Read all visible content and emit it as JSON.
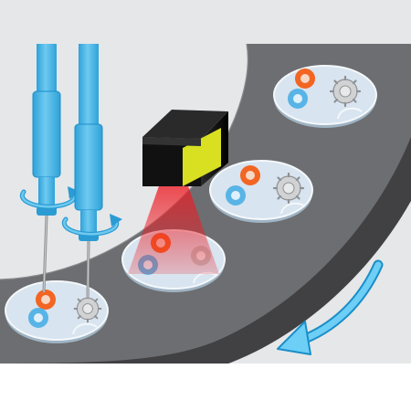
{
  "illustration": {
    "subject": "",
    "colors": {
      "background": "#e6e7e8",
      "conveyor_top": "#6d6e71",
      "conveyor_edge": "#414143",
      "tray": "#d8e4ef",
      "tray_stroke": "#f4f8fb",
      "orange_ring": "#f26522",
      "blue_ring": "#58b4e6",
      "gray_gear": "#bfc1c3",
      "tool_blue": "#5cbdeb",
      "tool_dark": "#1b8ec8",
      "camera_body": "#111111",
      "camera_lens": "#d9e021",
      "laser": "#ed1c24",
      "arrow": "#6dcff6"
    },
    "icons": [
      "conveyor-belt",
      "part-tray",
      "gear-icon",
      "ring-part-icon",
      "screwdriver-spindle",
      "rotation-arrow-icon",
      "vision-camera-icon",
      "laser-beam",
      "direction-arrow-icon"
    ],
    "counts": {
      "trays": 4,
      "spindles": 2,
      "cameras": 1
    },
    "motion": "counter-clockwise"
  }
}
